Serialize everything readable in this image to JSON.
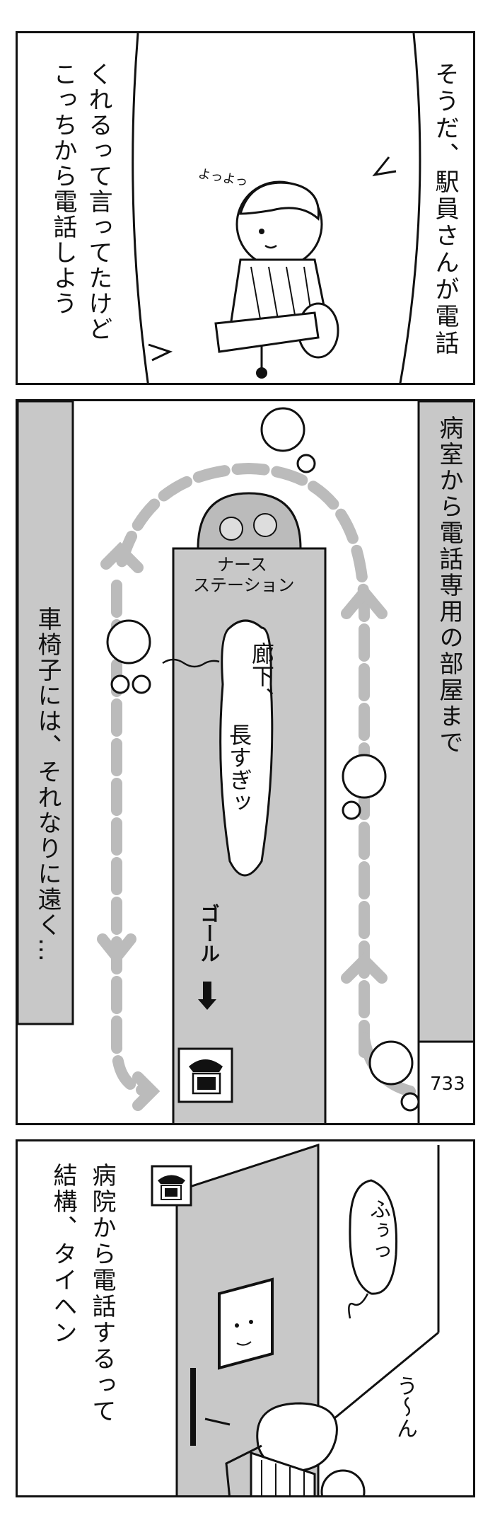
{
  "panel1": {
    "narration_right": "そうだ、駅員さんが電話",
    "narration_left_col1": "くれるって言ってたけど",
    "narration_left_col2": "こっちから電話しよう",
    "sfx": "よっよっ"
  },
  "panel2": {
    "caption_right": "病室から電話専用の部屋まで",
    "caption_left": "車椅子には、それなりに遠く…",
    "station_label_line1": "ナース",
    "station_label_line2": "ステーション",
    "bubble_col1": "廊下、",
    "bubble_col2": "長すぎッ",
    "goal_label": "ゴール",
    "room_number": "733"
  },
  "panel3": {
    "narration_col1": "病院から電話するって",
    "narration_col2": "結構、タイヘン",
    "bubble": "ふぅっ",
    "sfx": "う〜ん"
  }
}
